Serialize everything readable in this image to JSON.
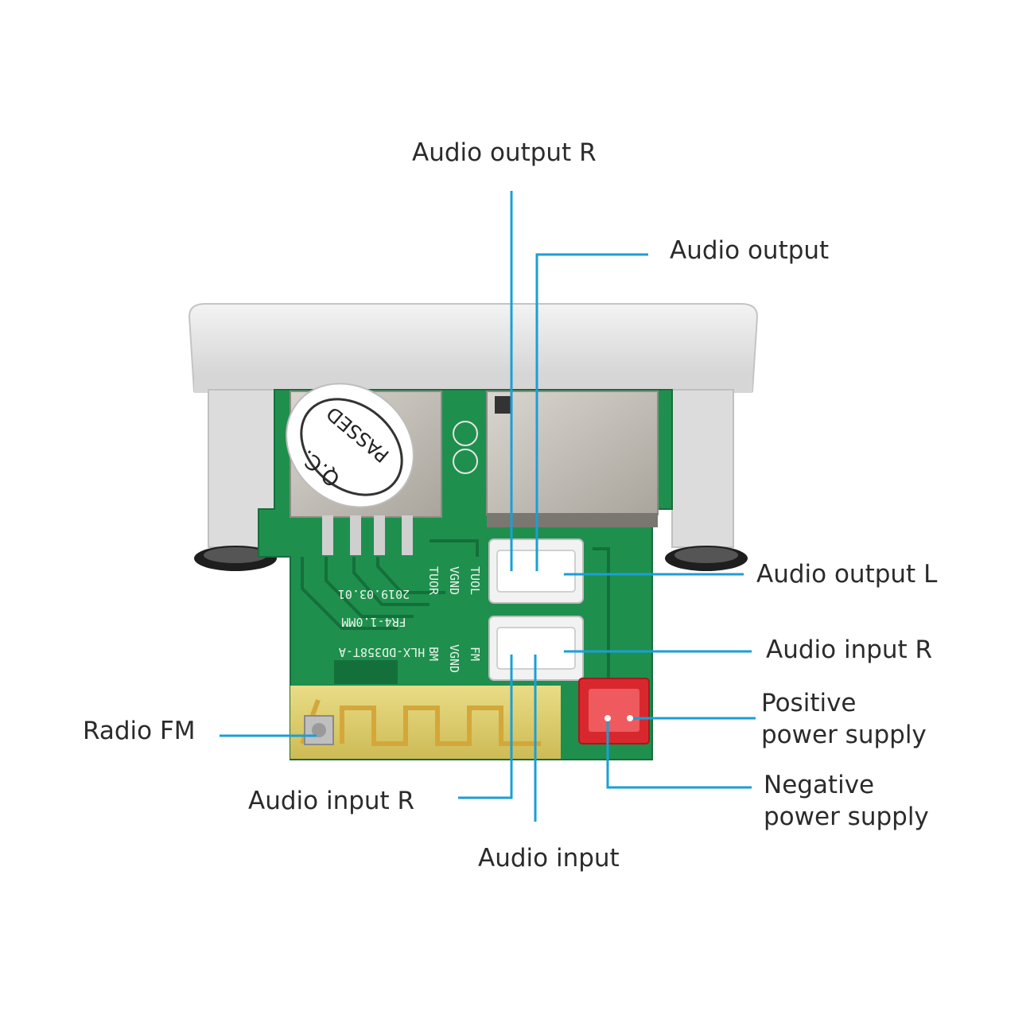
{
  "labels": {
    "audio_output_r_top": "Audio output R",
    "audio_output": "Audio output",
    "audio_output_l": "Audio output L",
    "audio_input_r_right": "Audio input R",
    "positive_power_line1": "Positive",
    "positive_power_line2": "power supply",
    "negative_power_line1": "Negative",
    "negative_power_line2": "power supply",
    "radio_fm": "Radio FM",
    "audio_input_r_bottom": "Audio input R",
    "audio_input": "Audio input"
  },
  "board": {
    "sticker_line1": "Q.C.",
    "sticker_line2": "PASSED",
    "silk_model": "HLX-DD358T-A",
    "silk_fr4": "FR4-1.0MM",
    "silk_date": "2019.03.01",
    "silk_tuor": "TUOR",
    "silk_vgnd1": "VGND",
    "silk_tuol": "TUOL",
    "silk_fm": "FM",
    "silk_vgnd2": "VGND",
    "silk_bm": "BM"
  },
  "colors": {
    "leader": "#1a9fd6",
    "pcb": "#1f8f4e",
    "pcb_dark": "#14703a",
    "housing": "#e2e2e2",
    "label_text": "#2b2b2b",
    "red_connector": "#d8282e"
  }
}
